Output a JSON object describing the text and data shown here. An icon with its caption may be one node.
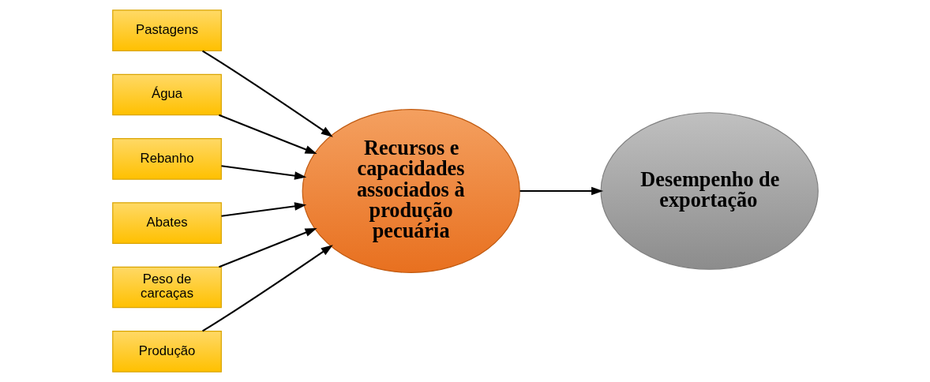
{
  "diagram": {
    "nodes": [
      {
        "text": [
          "Pastagens"
        ]
      },
      {
        "text": [
          "Água"
        ]
      },
      {
        "text": [
          "Rebanho"
        ]
      },
      {
        "text": [
          "Abates"
        ]
      },
      {
        "text": [
          "Peso de carcaças"
        ]
      },
      {
        "text": [
          "Produção"
        ]
      },
      {
        "text": [
          "Recursos e capacidades associados à produção pecuária"
        ]
      },
      {
        "text": [
          "Desempenho de exportação"
        ]
      }
    ],
    "edges": [
      {
        "from": 0,
        "to": 6,
        "arrow": "to"
      },
      {
        "from": 1,
        "to": 6,
        "arrow": "to"
      },
      {
        "from": 2,
        "to": 6,
        "arrow": "to"
      },
      {
        "from": 3,
        "to": 6,
        "arrow": "to"
      },
      {
        "from": 4,
        "to": 6,
        "arrow": "to"
      },
      {
        "from": 5,
        "to": 6,
        "arrow": "to"
      },
      {
        "from": 6,
        "to": 7,
        "arrow": "to"
      }
    ]
  }
}
